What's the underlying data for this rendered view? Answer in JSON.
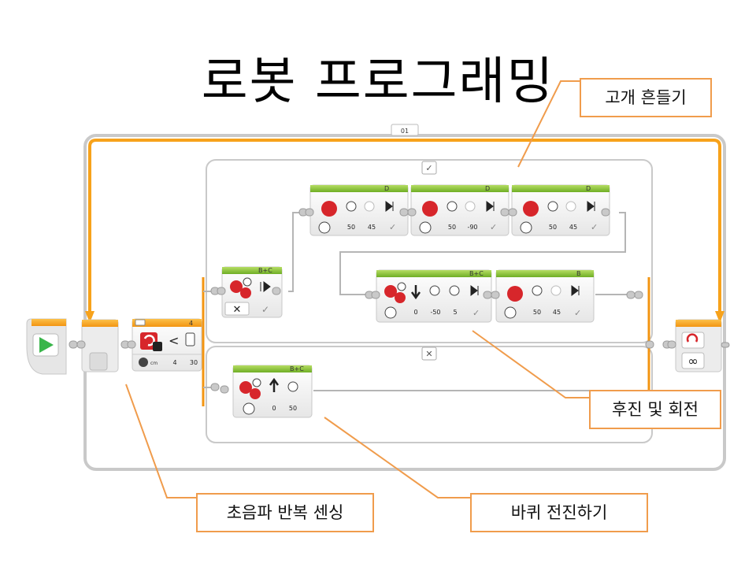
{
  "title": "로봇 프로그래밍",
  "annotations": {
    "head_shake": "고개 흔들기",
    "backward_turn": "후진 및 회전",
    "ultrasonic_loop": "초음파 반복 센싱",
    "wheel_forward": "바퀴 전진하기"
  },
  "loop": {
    "name": "01"
  },
  "switch": {
    "port": "4",
    "compare_symbol": "<",
    "threshold_values": [
      "4",
      "30"
    ],
    "unit": "cm",
    "true_tab": "✓",
    "false_tab": "✕"
  },
  "blocks": {
    "stop_bc": {
      "port": "B+C"
    },
    "head_1": {
      "port": "D",
      "values": [
        "50",
        "45"
      ]
    },
    "head_2": {
      "port": "D",
      "values": [
        "50",
        "-90"
      ]
    },
    "head_3": {
      "port": "D",
      "values": [
        "50",
        "45"
      ]
    },
    "back_bc": {
      "port": "B+C",
      "values": [
        "0",
        "-50",
        "5"
      ]
    },
    "turn_b": {
      "port": "B",
      "values": [
        "50",
        "45"
      ]
    },
    "forward_bc": {
      "port": "B+C",
      "values": [
        "0",
        "50"
      ]
    }
  },
  "colors": {
    "accent": "#f09c4c",
    "loop_orange": "#f7a21b",
    "green": "#8cc63f",
    "motor_red": "#d7262b"
  }
}
